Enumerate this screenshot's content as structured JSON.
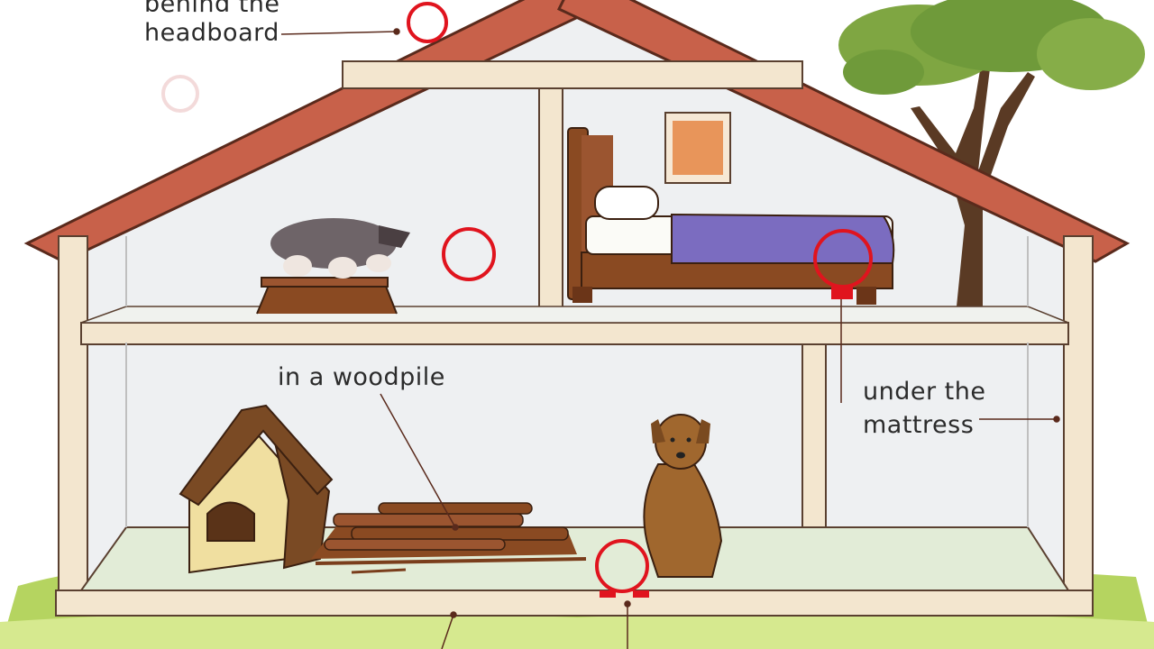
{
  "labels": {
    "headboard_line1": "behind the",
    "headboard_line2": "headboard",
    "woodpile": "in a woodpile",
    "mattress_line1": "under the",
    "mattress_line2": "mattress"
  },
  "icons": [
    "house",
    "roof",
    "tree",
    "bed",
    "picture-frame",
    "wombat-figurine",
    "doghouse",
    "woodpile",
    "dog",
    "circle-marker"
  ],
  "colors": {
    "roof": "#c8614a",
    "roof_edge": "#5a2a1c",
    "wall_frame": "#f3e6cf",
    "frame_outline": "#5a4030",
    "blanket": "#7b6cc0",
    "wood": "#8a4a22",
    "circle_marker": "#e0141e",
    "grass": "#9fc44a",
    "floor": "#e2ecd7",
    "tree_leaves": "#6f9a3a"
  }
}
